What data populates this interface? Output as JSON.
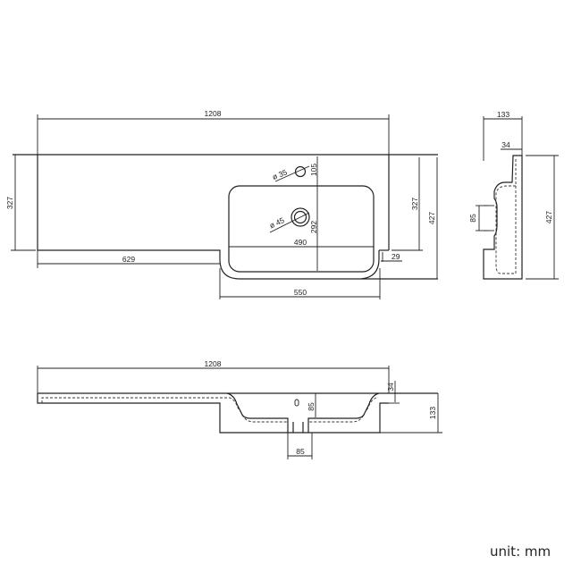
{
  "unit_label": "unit: mm",
  "top_view": {
    "overall_width": "1208",
    "left_depth": "327",
    "left_length": "629",
    "tap_hole": "ø 35",
    "tap_offset": "105",
    "waste_hole": "ø 45",
    "bowl_depth": "292",
    "bowl_width": "490",
    "right_depth_inner": "327",
    "right_depth_total": "427",
    "step": "29",
    "bowl_section_width": "550"
  },
  "side_view": {
    "overall_depth": "133",
    "rim": "34",
    "waste_height": "85",
    "total_length": "427"
  },
  "front_view": {
    "overall_width": "1208",
    "rim": "34",
    "overflow": "85",
    "total_height": "133",
    "waste_width": "85"
  }
}
